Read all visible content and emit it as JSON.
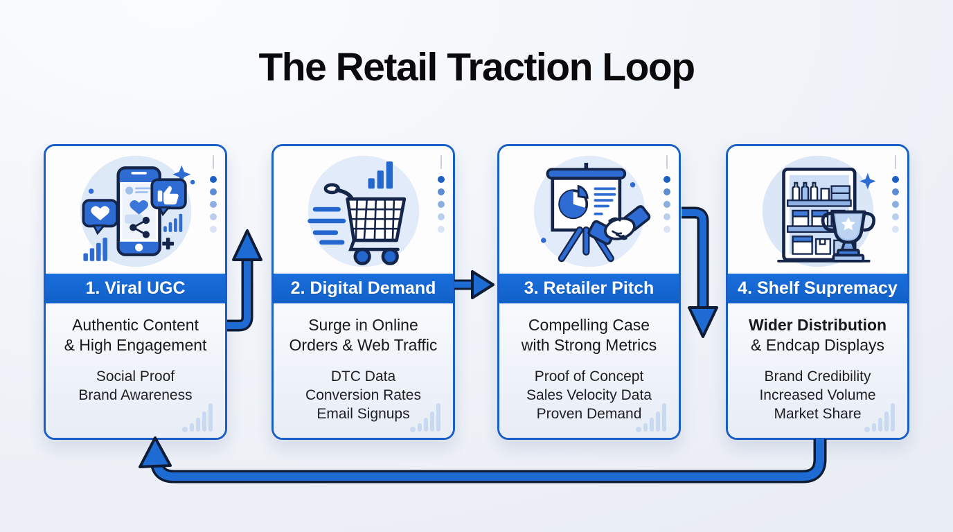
{
  "title": "The Retail Traction Loop",
  "cards": [
    {
      "id": "viral-ugc",
      "header": "1. Viral UGC",
      "icon": "social-phone-icon",
      "primary": [
        "Authentic Content",
        "& High Engagement"
      ],
      "secondary": [
        "Social Proof",
        "Brand Awareness"
      ]
    },
    {
      "id": "digital-demand",
      "header": "2. Digital Demand",
      "icon": "shopping-cart-icon",
      "primary": [
        "Surge in Online",
        "Orders & Web Traffic"
      ],
      "secondary": [
        "DTC Data",
        "Conversion Rates",
        "Email Signups"
      ]
    },
    {
      "id": "retailer-pitch",
      "header": "3. Retailer Pitch",
      "icon": "pitch-presentation-handshake-icon",
      "primary": [
        "Compelling Case",
        "with Strong Metrics"
      ],
      "secondary": [
        "Proof of Concept",
        "Sales Velocity Data",
        "Proven Demand"
      ]
    },
    {
      "id": "shelf-supremacy",
      "header": "4. Shelf Supremacy",
      "icon": "shelf-trophy-icon",
      "primary": [
        "Wider Distribution",
        "& Endcap Displays"
      ],
      "secondary": [
        "Brand Credibility",
        "Increased Volume",
        "Market Share"
      ]
    }
  ],
  "arrows": [
    {
      "name": "step1-to-step2",
      "direction": "up"
    },
    {
      "name": "step2-to-step3",
      "direction": "right"
    },
    {
      "name": "step3-to-step4",
      "direction": "down"
    },
    {
      "name": "step4-to-step1",
      "direction": "loop-back-left-up"
    }
  ],
  "colors": {
    "header_blue": "#1565d0",
    "arrow_blue": "#1f6bd4",
    "outline_navy": "#15254a",
    "card_border": "#1a5fc8",
    "icon_circle": "#dee9f8",
    "watermark_blue": "#c9d9f0",
    "background": "#f0f3f8",
    "text": "#17181b"
  }
}
